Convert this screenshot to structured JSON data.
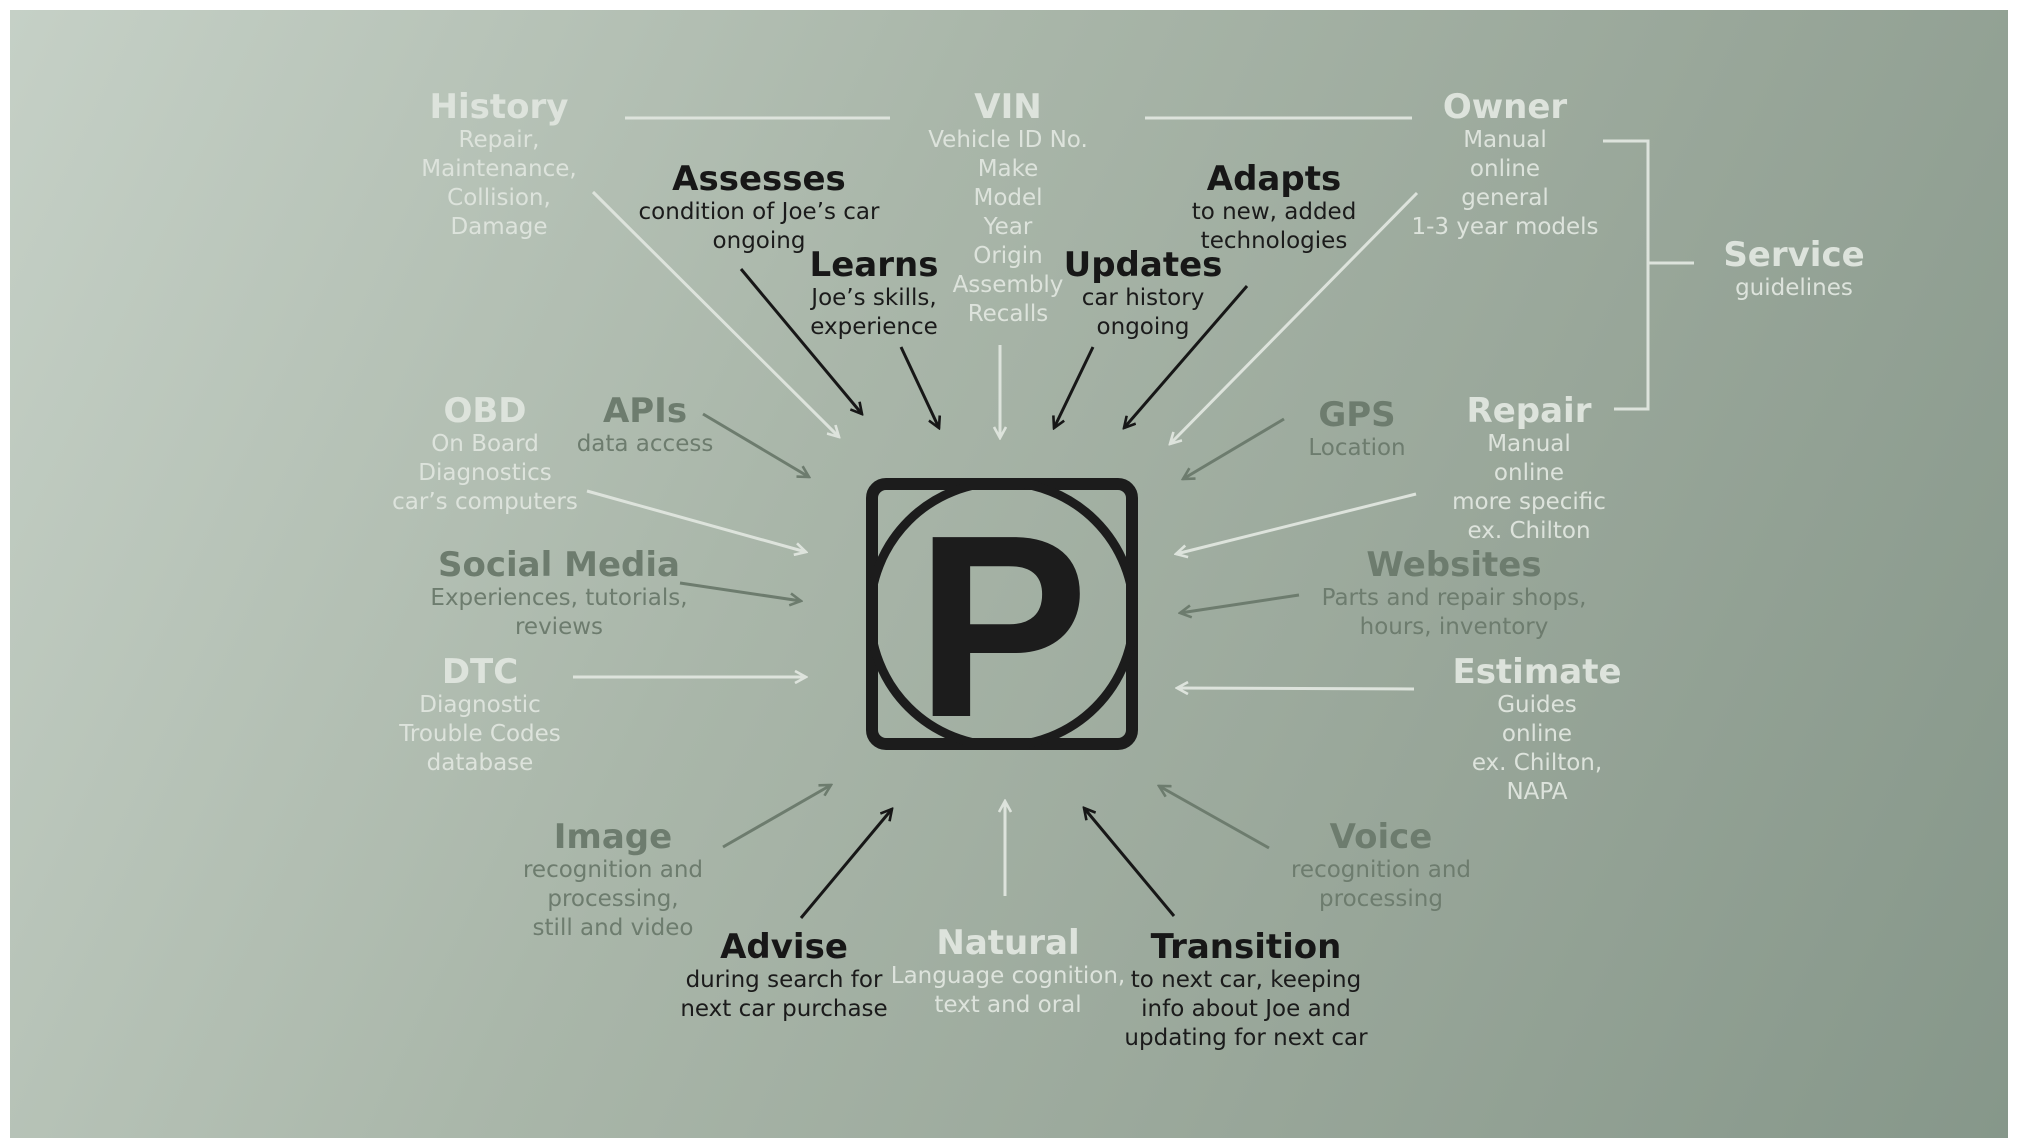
{
  "nodes": {
    "history": {
      "title": "History",
      "lines": [
        "Repair,",
        "Maintenance,",
        "Collision,",
        "Damage"
      ]
    },
    "vin": {
      "title": "VIN",
      "lines": [
        "Vehicle ID No.",
        "Make",
        "Model",
        "Year",
        "Origin",
        "Assembly",
        "Recalls"
      ]
    },
    "owner": {
      "title": "Owner",
      "lines": [
        "Manual",
        "online",
        "general",
        "1-3 year models"
      ]
    },
    "service": {
      "title": "Service",
      "lines": [
        "guidelines"
      ]
    },
    "assesses": {
      "title": "Assesses",
      "lines": [
        "condition of Joe’s car",
        "ongoing"
      ]
    },
    "learns": {
      "title": "Learns",
      "lines": [
        "Joe’s skills,",
        "experience"
      ]
    },
    "updates": {
      "title": "Updates",
      "lines": [
        "car history",
        "ongoing"
      ]
    },
    "adapts": {
      "title": "Adapts",
      "lines": [
        "to new, added",
        "technologies"
      ]
    },
    "obd": {
      "title": "OBD",
      "lines": [
        "On Board",
        "Diagnostics",
        "car’s computers"
      ]
    },
    "apis": {
      "title": "APIs",
      "lines": [
        "data access"
      ]
    },
    "gps": {
      "title": "GPS",
      "lines": [
        "Location"
      ]
    },
    "repair": {
      "title": "Repair",
      "lines": [
        "Manual",
        "online",
        "more specific",
        "ex. Chilton"
      ]
    },
    "social_media": {
      "title": "Social Media",
      "lines": [
        "Experiences, tutorials,",
        "reviews"
      ]
    },
    "websites": {
      "title": "Websites",
      "lines": [
        "Parts and repair shops,",
        "hours, inventory"
      ]
    },
    "dtc": {
      "title": "DTC",
      "lines": [
        "Diagnostic",
        "Trouble Codes",
        "database"
      ]
    },
    "estimate": {
      "title": "Estimate",
      "lines": [
        "Guides",
        "online",
        "ex. Chilton,",
        "NAPA"
      ]
    },
    "image": {
      "title": "Image",
      "lines": [
        "recognition and",
        "processing,",
        "still and video"
      ]
    },
    "voice": {
      "title": "Voice",
      "lines": [
        "recognition and",
        "processing"
      ]
    },
    "advise": {
      "title": "Advise",
      "lines": [
        "during search for",
        "next car purchase"
      ]
    },
    "natural": {
      "title": "Natural",
      "lines": [
        "Language cognition,",
        "text and oral"
      ]
    },
    "transition": {
      "title": "Transition",
      "lines": [
        "to next car, keeping",
        "info about Joe and",
        "updating for next car"
      ]
    }
  },
  "logo": {
    "letter": "P"
  },
  "colors": {
    "light": "#dde3dc",
    "mid": "#6d7c6e",
    "dark": "#171717"
  }
}
